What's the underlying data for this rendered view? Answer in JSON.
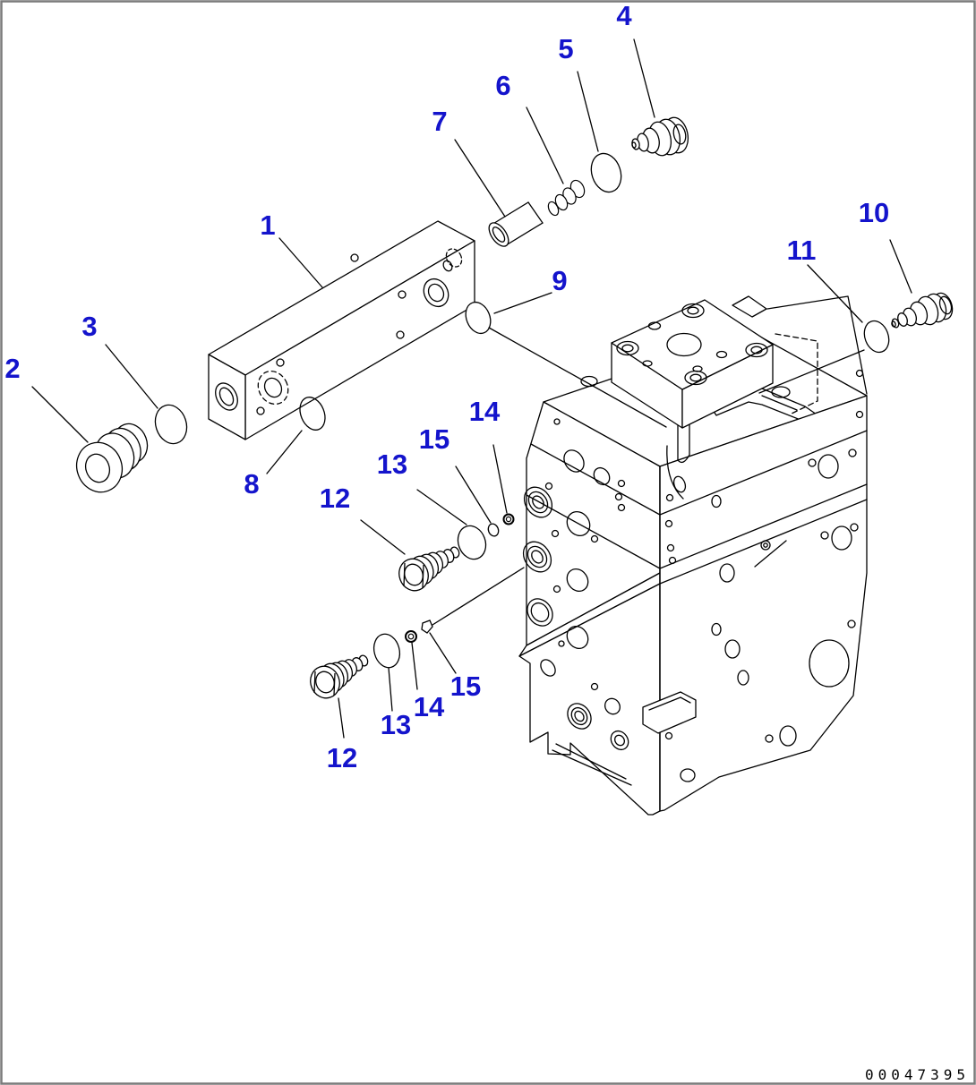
{
  "page": {
    "background": "#ffffff",
    "border_color": "#7b7b7b"
  },
  "diagram": {
    "type": "exploded-parts-diagram",
    "subject": "control valve assembly",
    "line_color": "#000000",
    "callout_color": "#1414cc",
    "doc_number": "00047395"
  },
  "callouts": [
    {
      "label": "1"
    },
    {
      "label": "2"
    },
    {
      "label": "3"
    },
    {
      "label": "4"
    },
    {
      "label": "5"
    },
    {
      "label": "6"
    },
    {
      "label": "7"
    },
    {
      "label": "8"
    },
    {
      "label": "9"
    },
    {
      "label": "10"
    },
    {
      "label": "11"
    },
    {
      "label": "12"
    },
    {
      "label": "13"
    },
    {
      "label": "14"
    },
    {
      "label": "15"
    },
    {
      "label": "12"
    },
    {
      "label": "13"
    },
    {
      "label": "14"
    },
    {
      "label": "15"
    }
  ]
}
